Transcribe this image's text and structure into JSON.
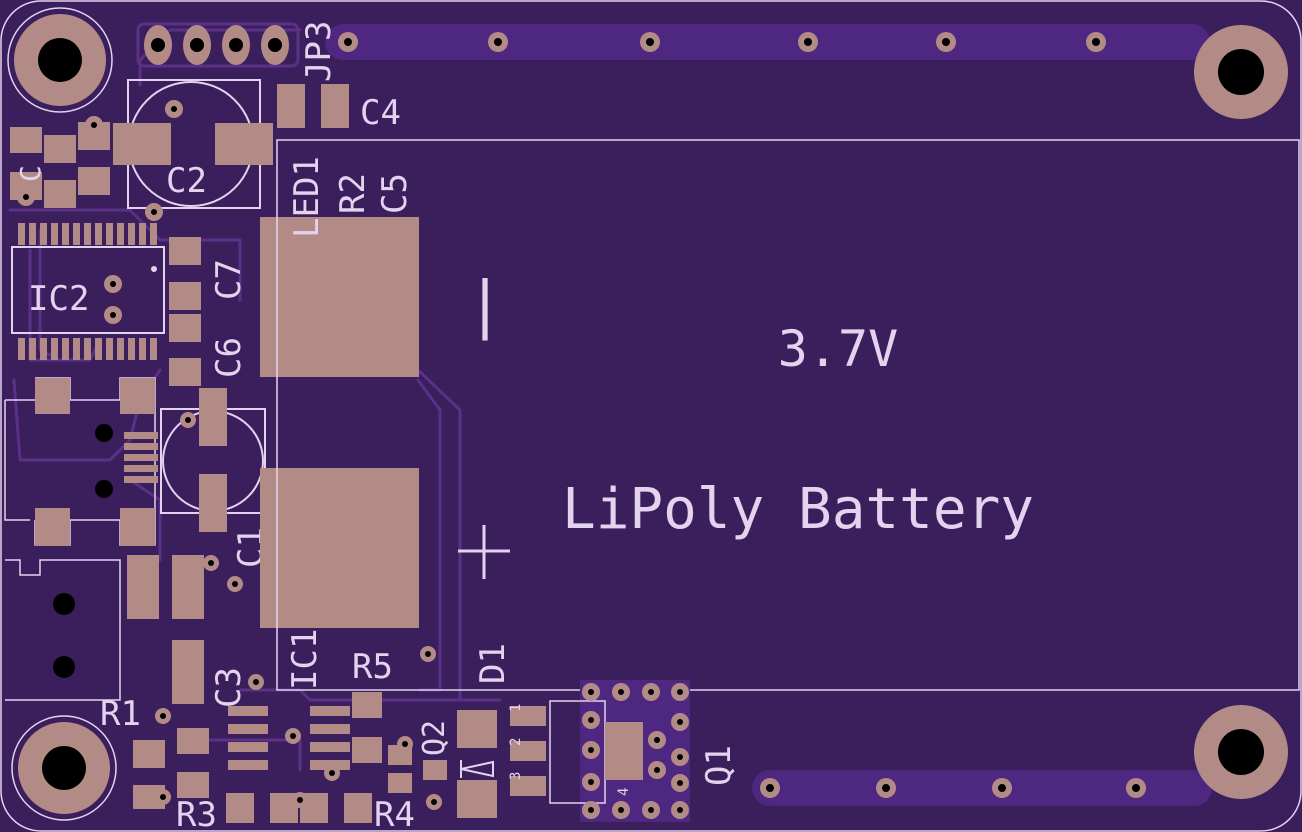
{
  "board": {
    "colors": {
      "board": "#3a1f5c",
      "copper_pad": "#b38b86",
      "silkscreen": "#e3d3ee",
      "trace": "#5a3088"
    },
    "battery_outline": {
      "title": "LiPoly Battery",
      "voltage": "3.7V",
      "minus_symbol": "|",
      "plus_symbol": "+"
    },
    "labels": {
      "jp3": "JP3",
      "c4": "C4",
      "c2": "C2",
      "led1": "LED1",
      "r2": "R2",
      "c5": "C5",
      "ic2": "IC2",
      "c7": "C7",
      "c6": "C6",
      "c1": "C1",
      "ic1": "IC1",
      "r5": "R5",
      "d1": "D1",
      "c3": "C3",
      "r1": "R1",
      "r3": "R3",
      "r4": "R4",
      "q2": "Q2",
      "q1": "Q1",
      "pin1": "1",
      "pin2": "2",
      "pin3": "3",
      "pin4": "4",
      "partial_c": "C"
    }
  }
}
